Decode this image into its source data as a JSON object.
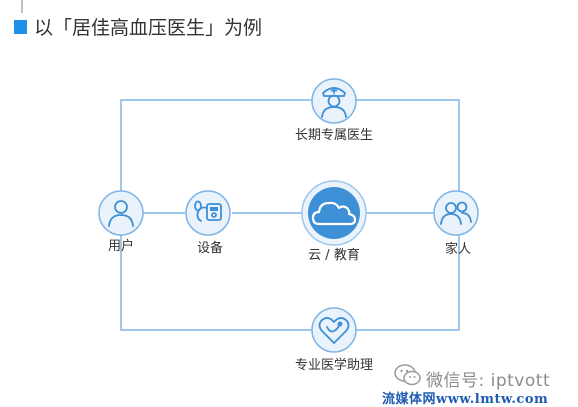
{
  "header": {
    "title": "以「居佳高血压医生」为例"
  },
  "nodes": {
    "doctor": {
      "label": "长期专属医生",
      "icon": "doctor-icon"
    },
    "user": {
      "label": "用户",
      "icon": "user-icon"
    },
    "device": {
      "label": "设备",
      "icon": "blood-pressure-monitor-icon"
    },
    "cloud": {
      "label": "云 / 教育",
      "icon": "cloud-icon"
    },
    "family": {
      "label": "家人",
      "icon": "family-icon"
    },
    "assistant": {
      "label": "专业医学助理",
      "icon": "stethoscope-heart-icon"
    }
  },
  "watermark": {
    "text": "微信号: iptvott",
    "icon": "wechat-icon"
  },
  "footer": {
    "text": "流媒体网www.lmtw.com"
  },
  "colors": {
    "accent": "#3d8fd6",
    "title_marker": "#1e90e8",
    "line": "#7fb5e6",
    "circle_fill": "#eaf3fb",
    "text": "#333333",
    "watermark": "#8c8c8c",
    "footer": "#1f5db3"
  }
}
